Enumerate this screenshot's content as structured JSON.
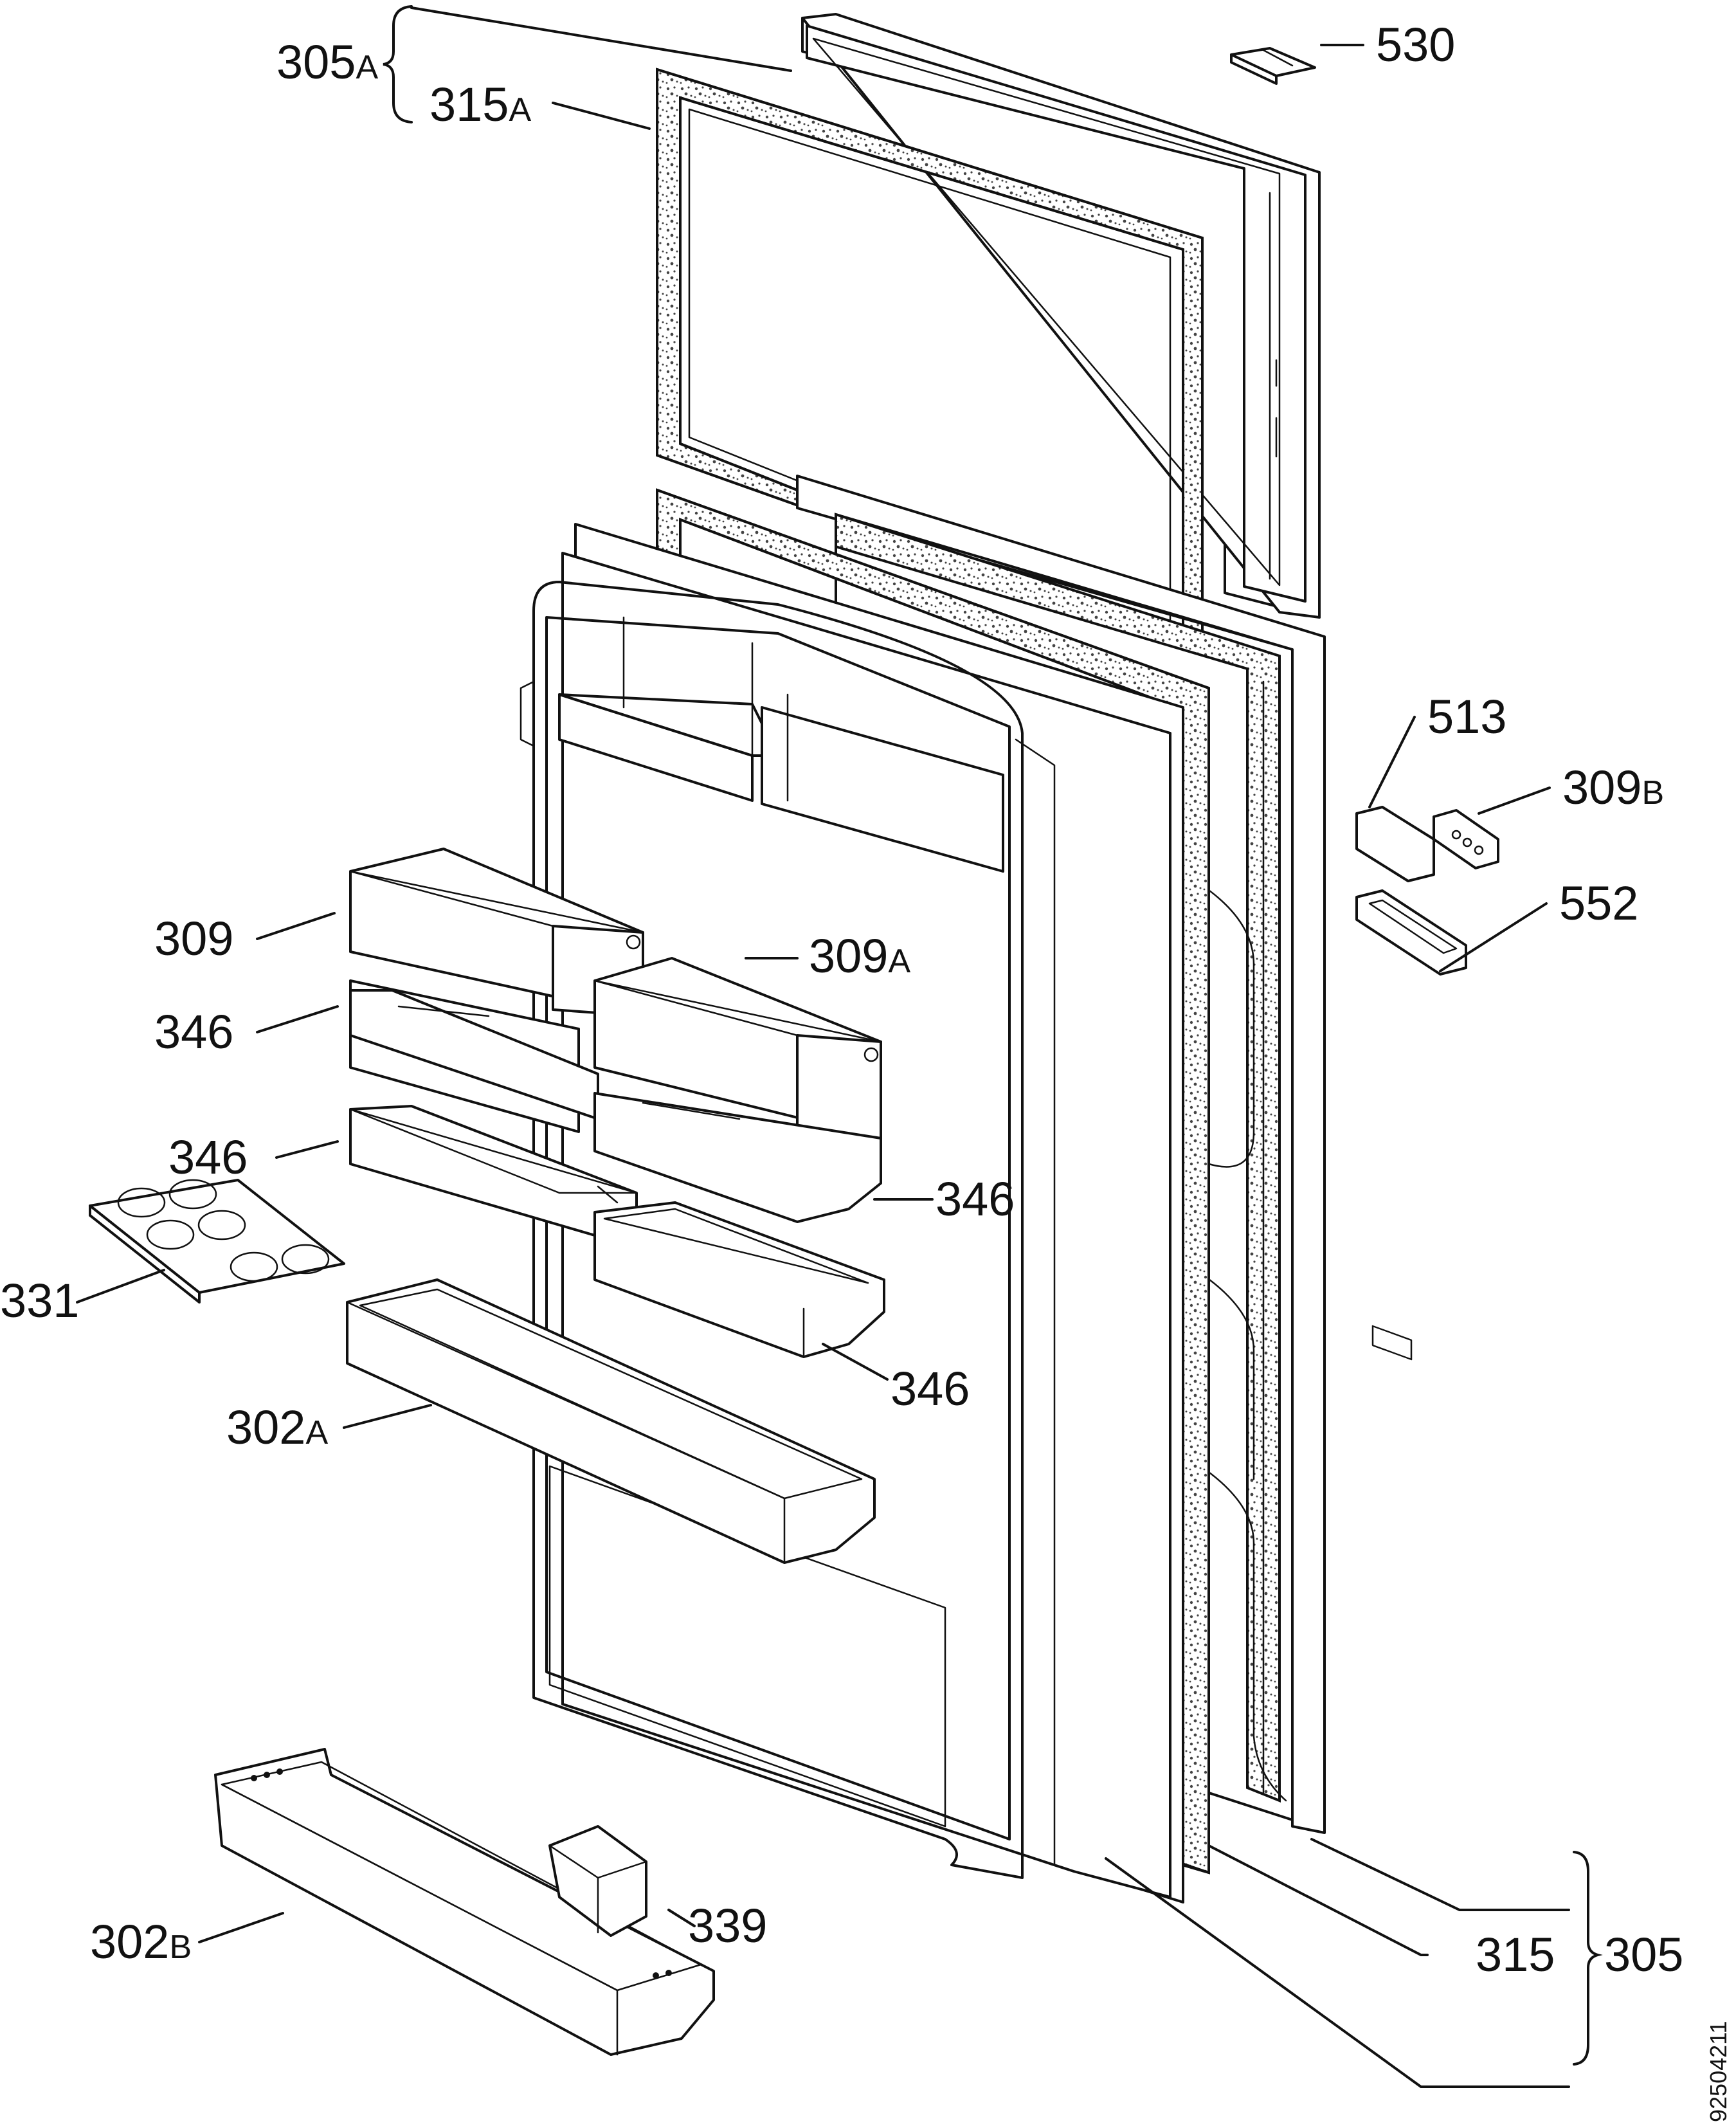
{
  "labels": {
    "l305A_num": "305",
    "l305A_sfx": "A",
    "l315A_num": "315",
    "l315A_sfx": "A",
    "l530": "530",
    "l513": "513",
    "l309B_num": "309",
    "l309B_sfx": "B",
    "l552": "552",
    "l309": "309",
    "l309A_num": "309",
    "l309A_sfx": "A",
    "l346a": "346",
    "l346b": "346",
    "l346c": "346",
    "l346d": "346",
    "l331": "331",
    "l302A_num": "302",
    "l302A_sfx": "A",
    "l339": "339",
    "l302B_num": "302",
    "l302B_sfx": "B",
    "l315": "315",
    "l305": "305"
  },
  "document_id": "92504211",
  "colors": {
    "ink": "#111111",
    "paper": "#ffffff"
  }
}
